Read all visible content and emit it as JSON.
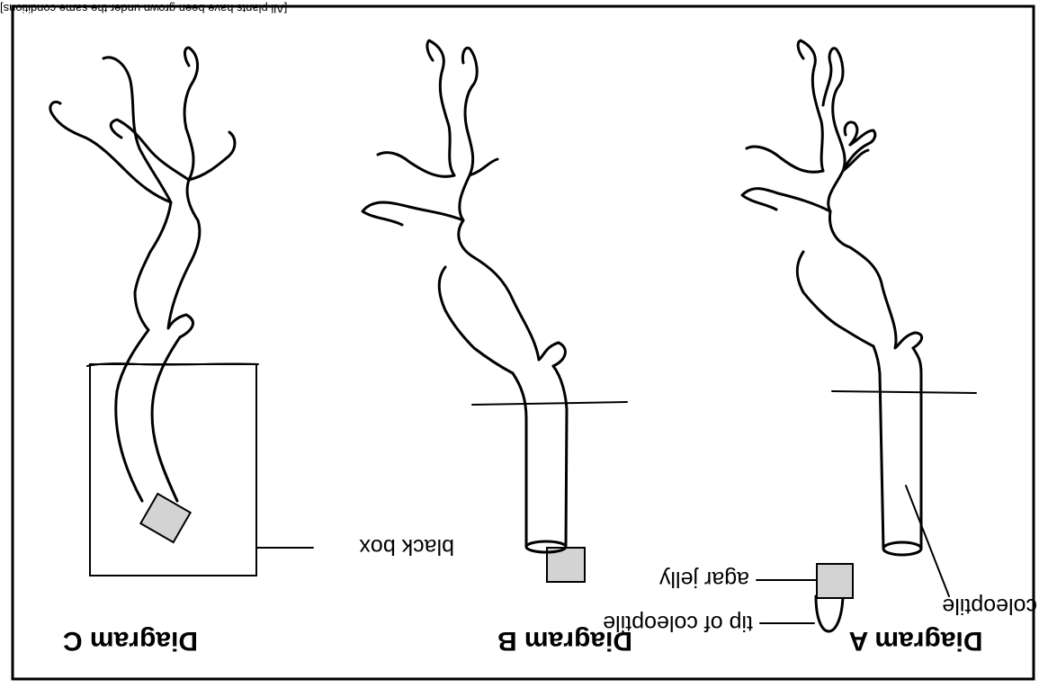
{
  "figure": {
    "caption": "[All plants have been grown under the same conditions]",
    "diagram_a": {
      "title": "Diagram A",
      "labels": {
        "coleoptile": "coleoptile",
        "agar_jelly": "agar jelly",
        "tip": "tip of coleoptile"
      }
    },
    "diagram_b": {
      "title": "Diagram B"
    },
    "diagram_c": {
      "title": "Diagram C",
      "labels": {
        "black_box": "black box"
      }
    }
  }
}
